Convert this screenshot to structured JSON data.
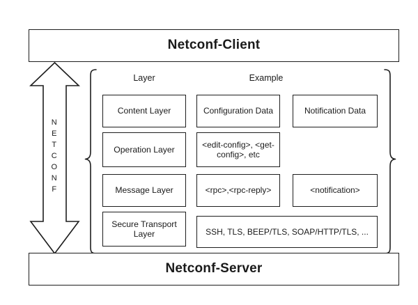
{
  "diagram": {
    "title_top": "Netconf-Client",
    "title_bottom": "Netconf-Server",
    "connector_label": "N\nE\nT\nC\nO\nN\nF",
    "connector_label_plain": "NETCONF",
    "columns": {
      "layer_header": "Layer",
      "example_header": "Example"
    },
    "rows": [
      {
        "layer": "Content Layer",
        "example_primary": "Configuration Data",
        "example_secondary": "Notification Data"
      },
      {
        "layer": "Operation Layer",
        "example_primary": "<edit-config>, <get-config>, etc",
        "example_secondary": null
      },
      {
        "layer": "Message Layer",
        "example_primary": "<rpc>,<rpc-reply>",
        "example_secondary": "<notification>"
      },
      {
        "layer": "Secure Transport Layer",
        "example_primary": "SSH, TLS, BEEP/TLS, SOAP/HTTP/TLS, ...",
        "example_secondary": null
      }
    ],
    "icons": {
      "connector": "double-headed-vertical-arrow",
      "left_group": "left-curly-brace",
      "right_group": "right-curly-brace"
    },
    "colors": {
      "stroke": "#1d1d1d",
      "background": "#ffffff",
      "text": "#1a1a1a"
    }
  }
}
